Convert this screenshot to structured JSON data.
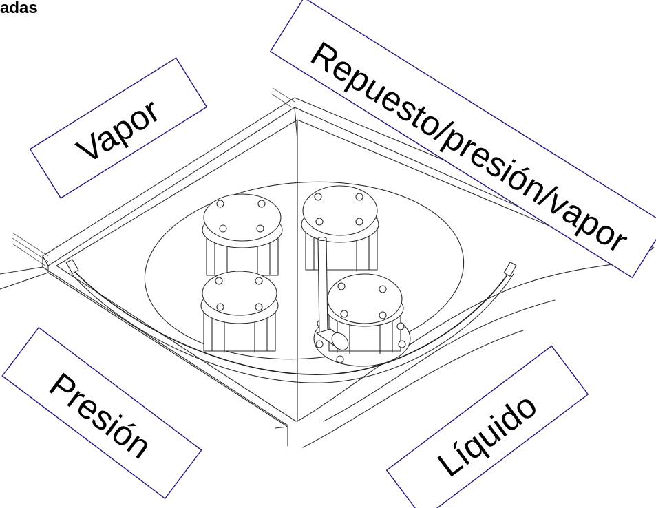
{
  "heading": "adas",
  "labels": {
    "vapor": "Vapor",
    "repuesto": "Repuesto/presión/vapor",
    "presion": "Presión",
    "liquido": "Líquido"
  },
  "colors": {
    "label_border": "#1f1a7a",
    "line_art": "#2a2a2a",
    "text": "#000000",
    "background": "#ffffff"
  }
}
